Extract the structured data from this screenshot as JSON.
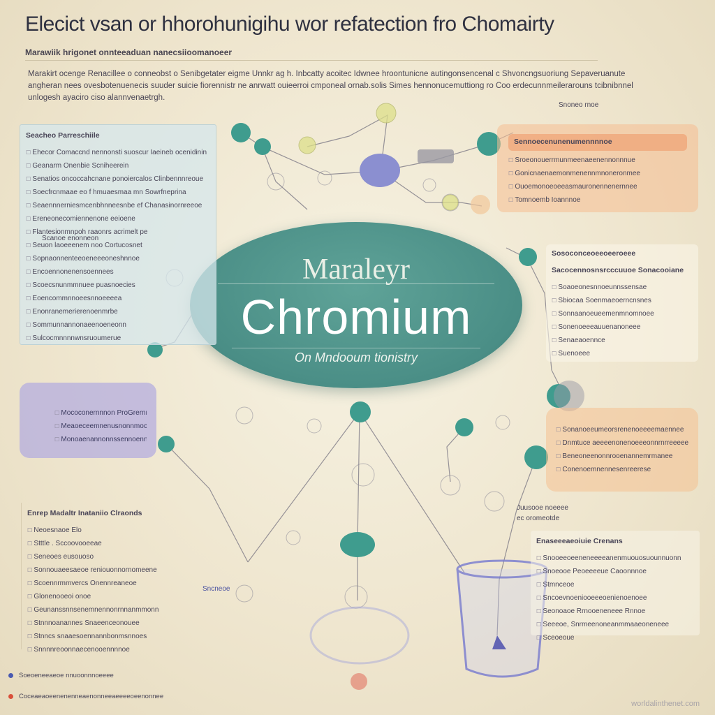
{
  "header": {
    "title": "Elecict vsan or hhorohunigihu wor refatection fro Chomairty",
    "subtitle": "Marawiik hrigonet onnteeaduan nanecsiioomanoeer"
  },
  "intro": "Marakirt ocenge Renacillee o conneobst o Senibgetater eigme Unnkr ag h. Inbcatty acoitec Idwnee hroontunicne autingonsencenal c Shvoncngsuoriung Sepaveruanute angheran nees ovesbotenuenecis suuder suicie fiorennistr ne anrwatt ouieerroi cmponeal ornab.solis Simes hennonucemuttiong ro Coo erdecunnmeilerarouns tcibnibnnel unlogesh ayaciro ciso alannvenaetrgh.",
  "central": {
    "top_text": "Maraleyr",
    "main_text": "Chromium",
    "sub_text": "On Mndooum tionistry"
  },
  "panels": {
    "left_top": {
      "heading": "Seacheo Parreschiile",
      "items": [
        "Ehecor Comaccnd nennonsti suoscur Iaeineb ocenidinin",
        "Geanarm Onenbie Scniheerein",
        "Senatios oncoccahcnane ponoiercalos Clinbennnreoue",
        "Soecfrcnmaae eo f hmuaesmaa mn Sowrfneprina",
        "Seaennnerniesmcenbhnneesnbe ef Chanasinornreeoe",
        "Ereneonecomiennenone eeioene",
        "Flantesionmnpoh raaonrs acrimelt pe",
        "Seuon laoeeenem noo Cortucosnet",
        "Sopnaonnenteeoeneeeoneshnnoe",
        "Encoennonenensoennees",
        "Scoecsnunmmnuee puasnoecies",
        "Eoencommnnoeesnnoeeeea",
        "Enonranemerierenoenmrbe",
        "Sommunnannonaeenoeneonn",
        "Sulcocmnnnnwnsruoumerue"
      ]
    },
    "left_mid": {
      "items": [
        "Mococonernnnon ProGrernnes",
        "Meaoeceemnenusnonnmocnnenpe",
        "Monoaenannonnssennoennnnne"
      ]
    },
    "left_bottom": {
      "heading": "Enrep Madaltr Inataniio Clraonds",
      "items": [
        "Neoesnaoe Elo",
        "Stttle . Sccoovooeeae",
        "Seneoes eusouoso",
        "Sonnouaeesaeoe reniouonnornomeene",
        "Scoennrmmvercs Onennreaneoe",
        "Glonenooeoi onoe",
        "Geunanssnnsenemnennonrnnanmmonn",
        "Stnnnoanannes Snaeenceonouee",
        "Stnncs snaaesoennannbonmsnnoes",
        "Snnnnreoonnaecenooennnnoe"
      ]
    },
    "right_top": {
      "heading": "Sennoecenunenumennnnoe",
      "items": [
        "Sroeonouerrmunmeenaeenennonnnue",
        "Gonicnaenaemonmenennmnoneronmee",
        "Ouoemonoeoeeasmauronennenernnee",
        "Tomnoemb Ioannnoe"
      ]
    },
    "right_mid": {
      "heading": "Sosoconceoeeoeeroeee",
      "subheading": "Sacocennosnsrcccuuoe Sonacooiane",
      "items": [
        "Soaoeonesnnoeunnssensae",
        "Sbiocaa Soenmaeoerncnsnes",
        "Sonnaanoeueemenmnomnoee",
        "Sonenoeeeauuenanoneee",
        "Senaeaoennce",
        "Suenoeee"
      ]
    },
    "right_lower": {
      "items": [
        "Sonanoeeumeorsrenenoeeeemaennee",
        "Dnmtuce aeeeenonenoeeeonnrnrreeeee",
        "Beneoneenonnrooenannemrmanee",
        "Conenoemnennesenreerese"
      ]
    },
    "right_bottom": {
      "heading": "Enaseeeaeoiuie Crenans",
      "items": [
        "Snooeeoeeneneeeeanenmuouosuounnuonn",
        "Snoeooe Peoeeeeue Caoonnnoe",
        "Stmnceoe",
        "Sncoevnoeniooeeeoenienoenoee",
        "Seonoaoe Rrnooeneneee Rnnoe",
        "Seeeoe, Snrmeenoneanmmaaeoneneee",
        "Sceoeoue"
      ]
    }
  },
  "tags": {
    "right_top": "Snoneo rnoe",
    "left_top": "Scanoe enonneon",
    "middle_right_1": "Juusooe noeeee",
    "middle_right_2": "ec oromeotde",
    "beaker_left": "Sncneoe"
  },
  "legend": [
    {
      "text": "Soeoeneeaeoe nnuoonnnoeeee",
      "color": "#4a5ab0"
    },
    {
      "text": "Coceaeaoeenenenneaenonneeaeeeeoeenonnee",
      "color": "#d9503a"
    }
  ],
  "watermark": "worldalinthenet.com",
  "colors": {
    "teal": "#4a8e86",
    "node_teal": "#3f9c8e",
    "purple": "#8b8fd0",
    "orange_panel": "#f3bf92",
    "lavender_panel": "#b1aae0"
  }
}
